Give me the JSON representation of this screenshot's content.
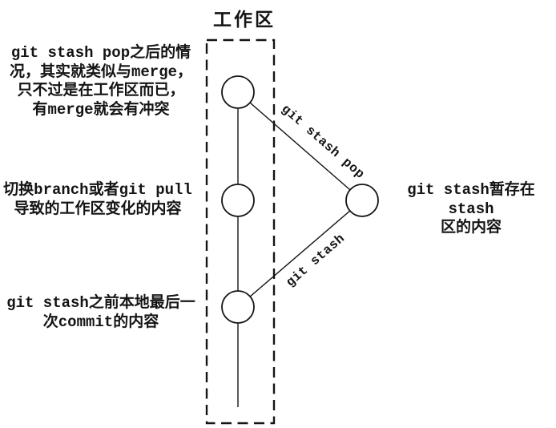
{
  "colors": {
    "ink": "#141414",
    "background": "#ffffff",
    "node_fill": "#ffffff"
  },
  "workspace": {
    "title": "工作区"
  },
  "notes": {
    "pop_result": "git stash pop之后的情\n况，其实就类似与merge，\n只不过是在工作区而已，\n有merge就会有冲突",
    "working_changes": "切换branch或者git pull\n导致的工作区变化的内容",
    "last_commit": "git stash之前本地最后一\n次commit的内容",
    "stash_area": "git stash暂存在stash\n区的内容"
  },
  "edge_labels": {
    "pop": "git stash pop",
    "stash": "git stash"
  }
}
